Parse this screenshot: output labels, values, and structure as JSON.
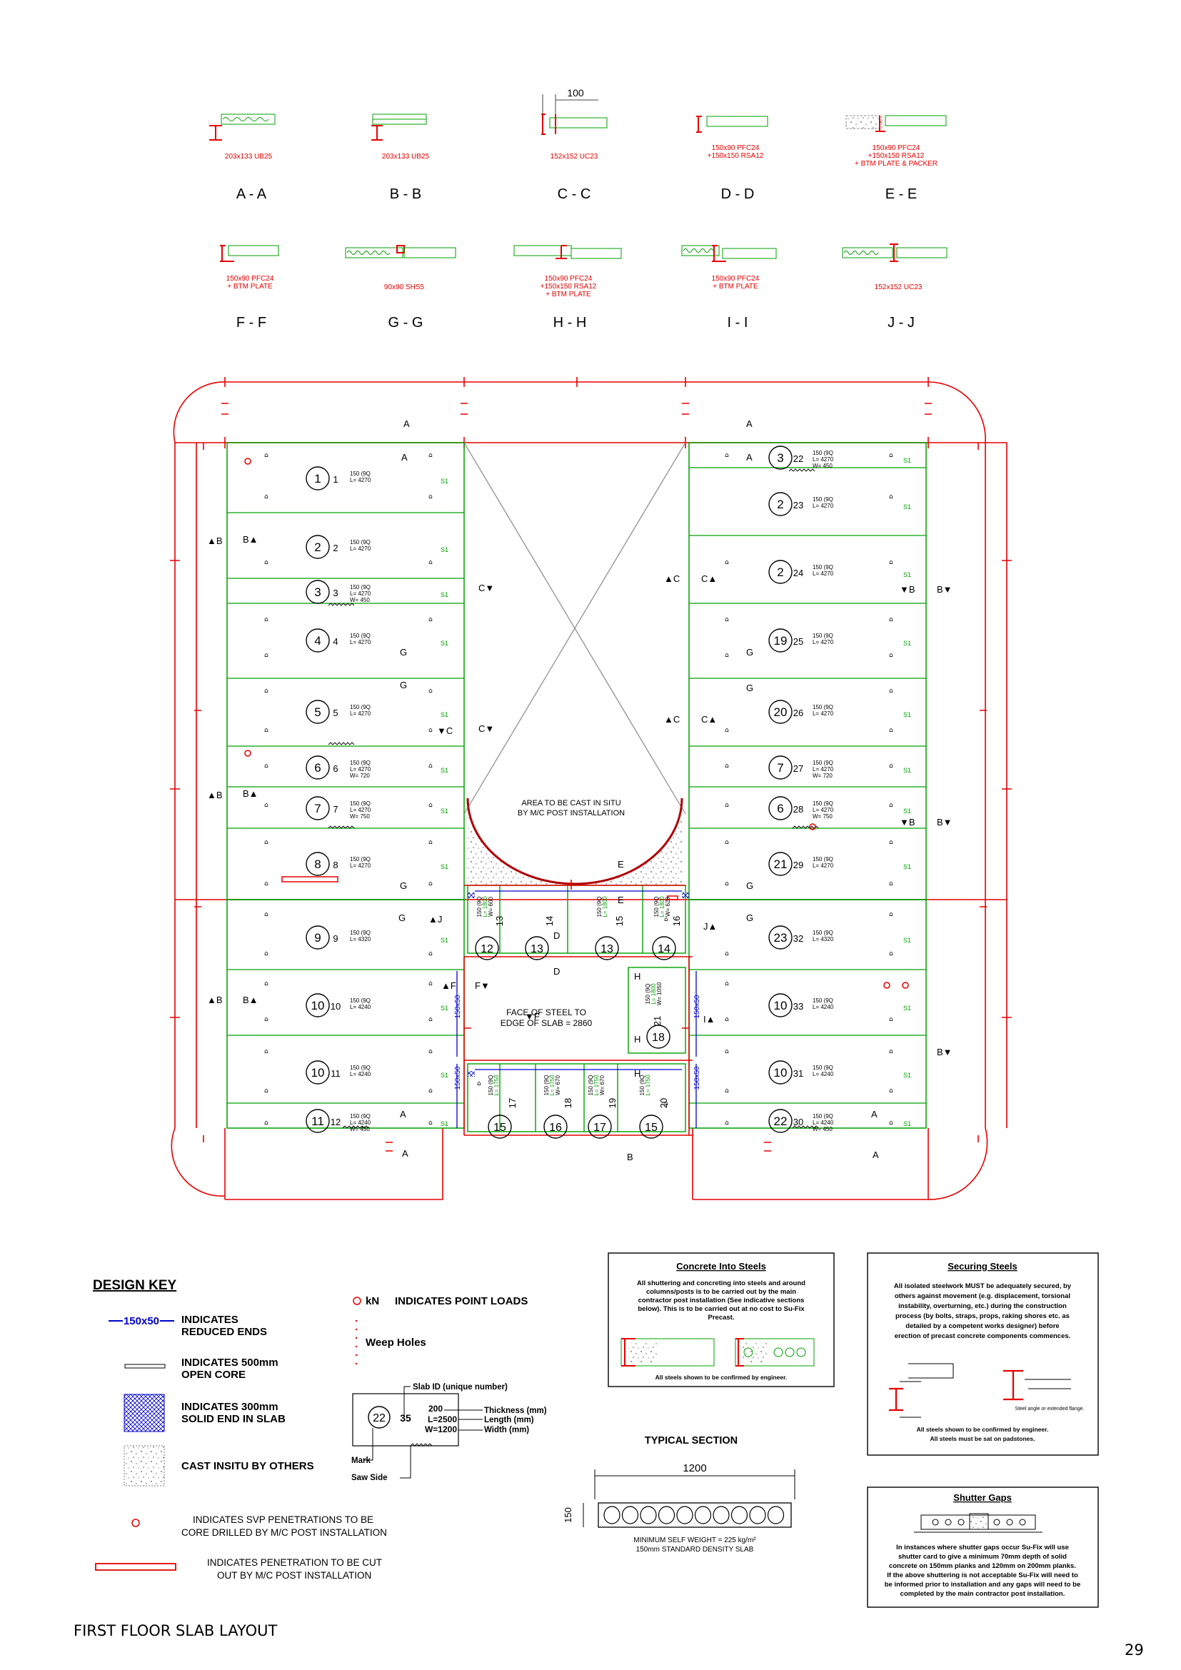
{
  "sections": [
    {
      "id": "A - A",
      "desc": [
        "203x133 UB25"
      ]
    },
    {
      "id": "B - B",
      "desc": [
        "203x133 UB25"
      ]
    },
    {
      "id": "C - C",
      "desc": [
        "152x152 UC23"
      ],
      "dim": "100"
    },
    {
      "id": "D - D",
      "desc": [
        "150x90 PFC24",
        "+150x150 RSA12"
      ]
    },
    {
      "id": "E - E",
      "desc": [
        "150x90 PFC24",
        "+150x150 RSA12",
        "+ BTM PLATE & PACKER"
      ]
    },
    {
      "id": "F - F",
      "desc": [
        "150x90 PFC24",
        "+ BTM PLATE"
      ]
    },
    {
      "id": "G - G",
      "desc": [
        "90x90 SHS5"
      ]
    },
    {
      "id": "H - H",
      "desc": [
        "150x90 PFC24",
        "+150x150 RSA12",
        "+ BTM PLATE"
      ]
    },
    {
      "id": "I - I",
      "desc": [
        "150x90 PFC24",
        "+ BTM PLATE"
      ]
    },
    {
      "id": "J - J",
      "desc": [
        "152x152 UC23"
      ]
    }
  ],
  "plan": {
    "insitu_note": [
      "AREA TO BE CAST IN SITU",
      "BY M/C POST INSTALLATION"
    ],
    "face_note": [
      "FACE OF STEEL TO",
      "EDGE OF SLAB = 2860"
    ],
    "slab_code": "S1",
    "reduced": "150x50",
    "left_slabs": [
      {
        "mark": "1",
        "id": "1",
        "t": "150 (9Q",
        "l": "L= 4270",
        "w": ""
      },
      {
        "mark": "2",
        "id": "2",
        "t": "150 (9Q",
        "l": "L= 4270",
        "w": ""
      },
      {
        "mark": "3",
        "id": "3",
        "t": "150 (9Q",
        "l": "L= 4270",
        "w": "W= 450"
      },
      {
        "mark": "4",
        "id": "4",
        "t": "150 (9Q",
        "l": "L= 4270",
        "w": ""
      },
      {
        "mark": "5",
        "id": "5",
        "t": "150 (9Q",
        "l": "L= 4270",
        "w": ""
      },
      {
        "mark": "6",
        "id": "6",
        "t": "150 (9Q",
        "l": "L= 4270",
        "w": "W= 720"
      },
      {
        "mark": "7",
        "id": "7",
        "t": "150 (9Q",
        "l": "L= 4270",
        "w": "W= 750"
      },
      {
        "mark": "8",
        "id": "8",
        "t": "150 (9Q",
        "l": "L= 4270",
        "w": ""
      },
      {
        "mark": "9",
        "id": "9",
        "t": "150 (9Q",
        "l": "L= 4320",
        "w": ""
      },
      {
        "mark": "10",
        "id": "10",
        "t": "150 (9Q",
        "l": "L= 4240",
        "w": ""
      },
      {
        "mark": "10",
        "id": "11",
        "t": "150 (9Q",
        "l": "L= 4240",
        "w": ""
      },
      {
        "mark": "11",
        "id": "12",
        "t": "150 (9Q",
        "l": "L= 4240",
        "w": "W= 450"
      }
    ],
    "right_slabs": [
      {
        "mark": "3",
        "id": "22",
        "t": "150 (9Q",
        "l": "L= 4270",
        "w": "W= 450"
      },
      {
        "mark": "2",
        "id": "23",
        "t": "150 (9Q",
        "l": "L= 4270",
        "w": ""
      },
      {
        "mark": "2",
        "id": "24",
        "t": "150 (9Q",
        "l": "L= 4270",
        "w": ""
      },
      {
        "mark": "19",
        "id": "25",
        "t": "150 (9Q",
        "l": "L= 4270",
        "w": ""
      },
      {
        "mark": "20",
        "id": "26",
        "t": "150 (9Q",
        "l": "L= 4270",
        "w": ""
      },
      {
        "mark": "7",
        "id": "27",
        "t": "150 (9Q",
        "l": "L= 4270",
        "w": "W= 720"
      },
      {
        "mark": "6",
        "id": "28",
        "t": "150 (9Q",
        "l": "L= 4270",
        "w": "W= 750"
      },
      {
        "mark": "21",
        "id": "29",
        "t": "150 (9Q",
        "l": "L= 4270",
        "w": ""
      },
      {
        "mark": "23",
        "id": "32",
        "t": "150 (9Q",
        "l": "L= 4320",
        "w": ""
      },
      {
        "mark": "10",
        "id": "33",
        "t": "150 (9Q",
        "l": "L= 4240",
        "w": ""
      },
      {
        "mark": "10",
        "id": "31",
        "t": "150 (9Q",
        "l": "L= 4240",
        "w": ""
      },
      {
        "mark": "22",
        "id": "30",
        "t": "150 (9Q",
        "l": "L= 4240",
        "w": "W= 450"
      }
    ],
    "center_top": [
      {
        "mark": "12",
        "id": "13",
        "t": "150 (9Q",
        "l": "L= 1800",
        "w": "W= 600"
      },
      {
        "mark": "13",
        "id": "14",
        "t": "",
        "l": "",
        "w": ""
      },
      {
        "mark": "13",
        "id": "15",
        "t": "150 (9Q",
        "l": "L= 1800",
        "w": ""
      },
      {
        "mark": "14",
        "id": "16",
        "t": "150 (9Q",
        "l": "L= 1800",
        "w": "W= 620"
      }
    ],
    "center_bottom": [
      {
        "mark": "15",
        "id": "17",
        "t": "150 (9Q",
        "l": "L= 1750",
        "w": ""
      },
      {
        "mark": "16",
        "id": "18",
        "t": "150 (9Q",
        "l": "L= 1750",
        "w": "W= 670"
      },
      {
        "mark": "17",
        "id": "19",
        "t": "150 (9Q",
        "l": "L= 1750",
        "w": "W= 670"
      },
      {
        "mark": "15",
        "id": "20",
        "t": "150 (9Q",
        "l": "L= 1750",
        "w": ""
      }
    ],
    "center_right": {
      "mark": "18",
      "id": "21",
      "t": "150 (9Q",
      "l": "L= 1800",
      "w": "W= 1050"
    }
  },
  "key": {
    "title": "DESIGN KEY",
    "reduced_sym": "150x50",
    "reduced": [
      "INDICATES",
      "REDUCED ENDS"
    ],
    "open_core": [
      "INDICATES 500mm",
      "OPEN CORE"
    ],
    "solid_end": [
      "INDICATES 300mm",
      "SOLID END IN SLAB"
    ],
    "insitu": "CAST INSITU BY OTHERS",
    "svp": [
      "INDICATES SVP PENETRATIONS TO BE",
      "CORE DRILLED BY M/C POST INSTALLATION"
    ],
    "pen": [
      "INDICATES PENETRATION TO BE CUT",
      "OUT BY M/C POST INSTALLATION"
    ],
    "kn_sym": "kN",
    "kn": "INDICATES POINT LOADS",
    "weep": "Weep Holes",
    "example": {
      "slab_id_label": "Slab ID (unique number)",
      "mark": "22",
      "id": "35",
      "t": "200",
      "l": "L=2500",
      "w": "W=1200",
      "t_lbl": "Thickness (mm)",
      "l_lbl": "Length (mm)",
      "w_lbl": "Width (mm)",
      "mark_lbl": "Mark",
      "saw_lbl": "Saw Side"
    }
  },
  "concrete_box": {
    "title": "Concrete Into Steels",
    "text": [
      "All shuttering and concreting into steels and around",
      "columns/posts is to be carried out by the main",
      "contractor post installation (See indicative sections",
      "below). This is to be carried out at no cost to Su-Fix",
      "Precast."
    ],
    "note": "All steels shown to be confirmed by engineer."
  },
  "securing_box": {
    "title": "Securing Steels",
    "text": [
      "All isolated steelwork MUST be adequately secured, by",
      "others against movement (e.g. displacement, torsional",
      "instability, overturning, etc.) during the construction",
      "process (by bolts, straps, props, raking shores etc. as",
      "detailed by a competent works designer) before",
      "erection of precast concrete components commences."
    ],
    "small": "Steel angle or extended flange.",
    "note": [
      "All steels shown to be confirmed by engineer.",
      "All steels must be sat on padstones."
    ]
  },
  "typical": {
    "title": "TYPICAL SECTION",
    "width": "1200",
    "depth": "150",
    "note": [
      "MINIMUM SELF WEIGHT = 225 kg/m²",
      "150mm STANDARD DENSITY SLAB"
    ]
  },
  "shutter_box": {
    "title": "Shutter Gaps",
    "text": [
      "In instances where shutter gaps occur Su-Fix will use",
      "shutter card to give a minimum 70mm depth of solid",
      "concrete on 150mm planks and 120mm on 200mm planks.",
      "If the above shuttering is not acceptable Su-Fix will need to",
      "be informed prior to installation and any gaps will need to be",
      "completed by the main contractor post installation."
    ]
  },
  "footer": {
    "title": "FIRST FLOOR SLAB LAYOUT",
    "page": "29"
  }
}
